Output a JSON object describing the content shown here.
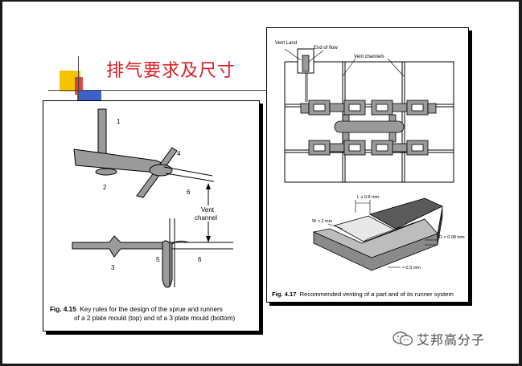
{
  "slide": {
    "title": "排气要求及尺寸"
  },
  "figure_left": {
    "labels": {
      "n1": "1",
      "n2": "2",
      "n3": "3",
      "n4": "4",
      "n5": "5",
      "n6a": "6",
      "n6b": "6"
    },
    "vent_label_line1": "Vent",
    "vent_label_line2": "channel",
    "caption_number": "Fig. 4.15",
    "caption_line1": "Key rules for the design of the sprue and runners",
    "caption_line2": "of a 2 plate mould (top) and of a 3 plate mould (bottom)"
  },
  "figure_right": {
    "vent_land": "Vent Land",
    "end_of_flow_1": "End of flow",
    "end_of_flow_2": "",
    "vent_channels": "Vent channels",
    "dim_L": "L ≤ 0.8 mm",
    "dim_W": "W > 2 mm",
    "dim_D": "D < 0.08 mm",
    "dim_a": "≈ 0.3 mm",
    "caption_number": "Fig. 4.17",
    "caption_text": "Recommended venting of a part and of its runner system"
  },
  "watermark": {
    "text": "艾邦高分子",
    "icon": "wechat-icon"
  },
  "colors": {
    "title": "#d81f26",
    "deco_yellow": "#f5c400",
    "deco_red": "#d92a2a",
    "deco_blue": "#3d5fc8",
    "part_gray": "#9a9a9a"
  }
}
